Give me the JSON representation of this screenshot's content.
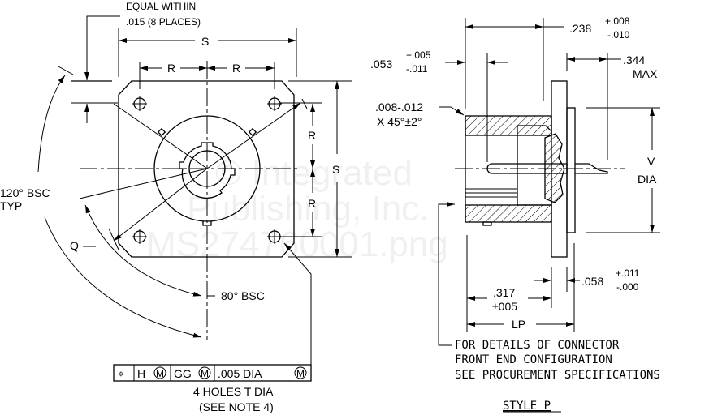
{
  "front_view": {
    "equal_within_line1": "EQUAL WITHIN",
    "equal_within_line2": ".015 (8 PLACES)",
    "dim_s_top": "S",
    "dim_r_left": "R",
    "dim_r_right": "R",
    "dim_s_right": "S",
    "dim_r_upper": "R",
    "dim_r_lower": "R",
    "angle_120": "120° BSC",
    "angle_120_typ": "TYP",
    "dim_q": "Q",
    "angle_80": "80° BSC",
    "feature_control": {
      "symbol": "⌖",
      "datum_h": "H",
      "mmc1": "M",
      "datum_gg": "GG",
      "mmc2": "M",
      "tolerance": ".005 DIA",
      "mmc3": "M"
    },
    "holes_note_line1": "4 HOLES T DIA",
    "holes_note_line2": "(SEE NOTE 4)"
  },
  "side_view": {
    "dim_238": ".238",
    "dim_238_plus": "+.008",
    "dim_238_minus": "-.010",
    "dim_053": ".053",
    "dim_053_plus": "+.005",
    "dim_053_minus": "-.011",
    "dim_344": ".344",
    "dim_344_max": "MAX",
    "chamfer_line1": ".008-.012",
    "chamfer_line2": "X 45°±2°",
    "dim_v": "V",
    "dim_v_dia": "DIA",
    "dim_317": ".317",
    "dim_317_tol": "±005",
    "dim_058": ".058",
    "dim_058_plus": "+.011",
    "dim_058_minus": "-.000",
    "dim_lp": "LP",
    "note_line1": "FOR DETAILS OF CONNECTOR",
    "note_line2": "FRONT END CONFIGURATION",
    "note_line3": "SEE PROCUREMENT SPECIFICATIONS",
    "style_label": "STYLE P"
  },
  "watermark": {
    "line1": "© Integrated",
    "line2": "Publishing, Inc.",
    "line3": "MS274760001.png"
  }
}
